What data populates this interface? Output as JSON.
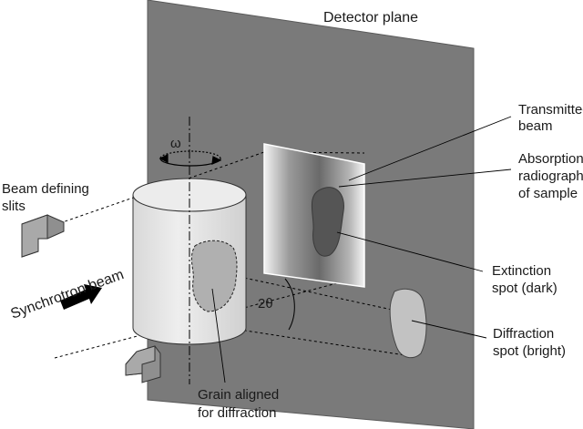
{
  "labels": {
    "detector_plane": "Detector plane",
    "transmitted_beam": [
      "Transmitted",
      "beam"
    ],
    "absorption": [
      "Absorption",
      "radiograph",
      "of sample"
    ],
    "beam_slits": [
      "Beam defining",
      "slits"
    ],
    "synchrotron_beam": "Synchrotron beam",
    "extinction": [
      "Extinction",
      "spot (dark)"
    ],
    "diffraction": [
      "Diffraction",
      "spot (bright)"
    ],
    "grain": [
      "Grain aligned",
      "for diffraction"
    ],
    "omega": "ω",
    "two_theta": "2θ"
  },
  "colors": {
    "detector": "#7a7a7a",
    "sample": "#e6e6e6",
    "grain": "#b0b0b0",
    "slits": "#8f8f8f",
    "diffraction_spot": "#c2c2c2"
  }
}
